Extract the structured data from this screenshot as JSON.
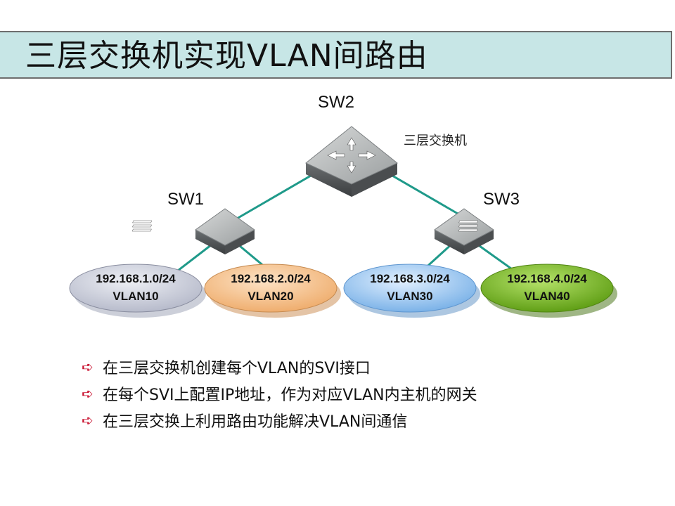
{
  "title": "三层交换机实现VLAN间路由",
  "switches": {
    "sw2": {
      "name": "SW2",
      "desc": "三层交换机"
    },
    "sw1": {
      "name": "SW1"
    },
    "sw3": {
      "name": "SW3"
    }
  },
  "vlans": [
    {
      "subnet": "192.168.1.0/24",
      "name": "VLAN10",
      "color": "#c9ccd8"
    },
    {
      "subnet": "192.168.2.0/24",
      "name": "VLAN20",
      "color": "#f7c490"
    },
    {
      "subnet": "192.168.3.0/24",
      "name": "VLAN30",
      "color": "#9cc6f0"
    },
    {
      "subnet": "192.168.4.0/24",
      "name": "VLAN40",
      "color": "#7fbf1f"
    }
  ],
  "bullets": [
    "在三层交换机创建每个VLAN的SVI接口",
    "在每个SVI上配置IP地址，作为对应VLAN内主机的网关",
    "在三层交换上利用路由功能解决VLAN间通信"
  ],
  "colors": {
    "title_bg": "#c7e6e6",
    "link": "#1f9a8a",
    "arrow": "#c8102e"
  }
}
